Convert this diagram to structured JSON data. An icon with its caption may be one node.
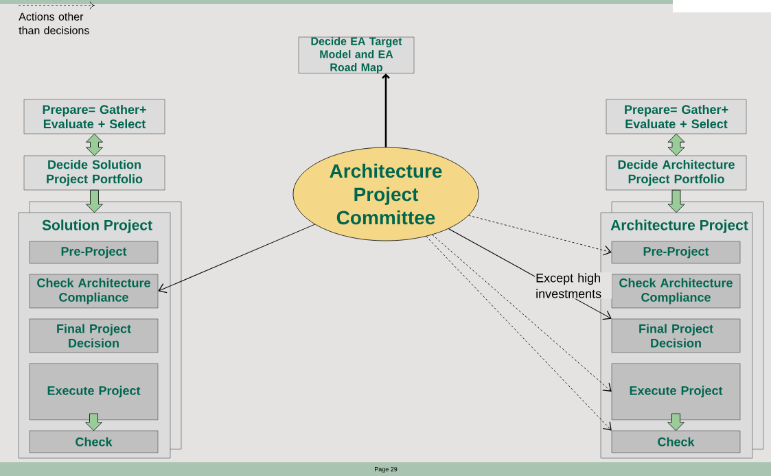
{
  "diagram": {
    "nodes": [
      {
        "text": [
          "Decide EA Target Model and EA Road Map"
        ]
      },
      {
        "text": [
          "Architecture Project Committee"
        ]
      },
      {
        "text": [
          "Prepare= Gather+ Evaluate + Select"
        ]
      },
      {
        "text": [
          "Decide Solution Project Portfolio"
        ]
      },
      {
        "text": [
          "Solution Project"
        ]
      },
      {
        "text": [
          "Pre-Project"
        ],
        "in": 4
      },
      {
        "text": [
          "Check Architecture Compliance"
        ],
        "in": 4
      },
      {
        "text": [
          "Final Project Decision"
        ],
        "in": 4
      },
      {
        "text": [
          "Execute Project"
        ],
        "in": 4
      },
      {
        "text": [
          "Check"
        ],
        "in": 4
      },
      {
        "text": [
          "Prepare= Gather+ Evaluate + Select"
        ]
      },
      {
        "text": [
          "Decide Architecture Project Portfolio"
        ]
      },
      {
        "text": [
          "Architecture Project"
        ]
      },
      {
        "text": [
          "Pre-Project"
        ],
        "in": 12
      },
      {
        "text": [
          "Check Architecture Compliance"
        ],
        "in": 12
      },
      {
        "text": [
          "Final Project Decision"
        ],
        "in": 12
      },
      {
        "text": [
          "Execute Project"
        ],
        "in": 12
      },
      {
        "text": [
          "Check"
        ],
        "in": 12
      }
    ],
    "edges": [
      {
        "from": 1,
        "to": 0,
        "arrow": "to",
        "style": "thick"
      },
      {
        "from": 1,
        "to": 6,
        "arrow": "to"
      },
      {
        "from": 2,
        "to": 3,
        "arrow": "both",
        "color": "#99cc99"
      },
      {
        "from": 3,
        "to": 4,
        "arrow": "to",
        "color": "#99cc99"
      },
      {
        "from": 8,
        "to": 9,
        "arrow": "to",
        "color": "#99cc99"
      },
      {
        "from": 10,
        "to": 11,
        "arrow": "both",
        "color": "#99cc99"
      },
      {
        "from": 11,
        "to": 12,
        "arrow": "to",
        "color": "#99cc99"
      },
      {
        "from": 16,
        "to": 17,
        "arrow": "to",
        "color": "#99cc99"
      },
      {
        "from": 1,
        "to": 13,
        "arrow": "to",
        "style": "dashed"
      },
      {
        "from": 1,
        "to": 15,
        "arrow": "to",
        "label": "Except high investments"
      },
      {
        "from": 1,
        "to": 16,
        "arrow": "to",
        "style": "dashed"
      },
      {
        "from": 1,
        "to": 17,
        "arrow": "to",
        "style": "dashed"
      }
    ],
    "labels": [
      "Page 29"
    ],
    "legend": [
      {
        "text": "Actions other than decisions"
      }
    ]
  }
}
